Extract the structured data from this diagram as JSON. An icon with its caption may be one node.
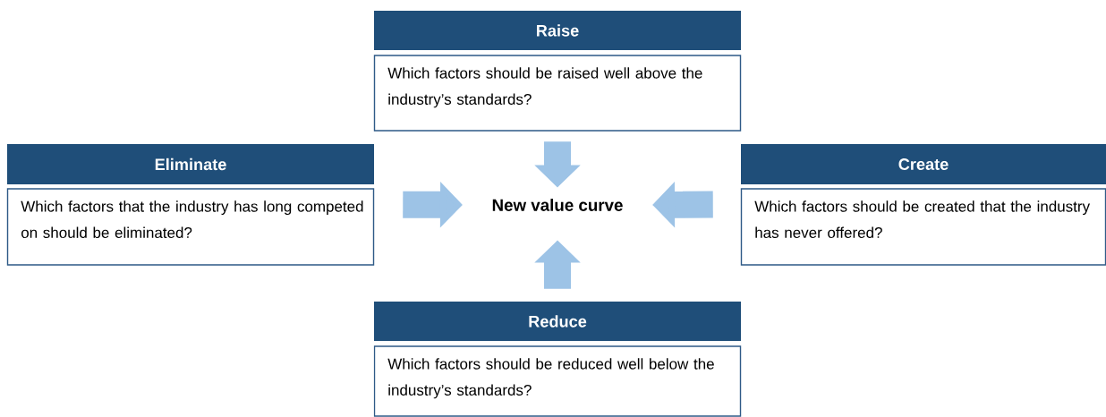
{
  "diagram": {
    "nodes": [
      {
        "text": [
          "Raise",
          "Which factors should be raised well above the industry’s standards?"
        ]
      },
      {
        "text": [
          "Eliminate",
          "Which factors that the industry has long competed on should be eliminated?"
        ]
      },
      {
        "text": [
          "New value curve"
        ]
      },
      {
        "text": [
          "Create",
          "Which factors should be created that the industry has never offered?"
        ]
      },
      {
        "text": [
          "Reduce",
          "Which factors should be reduced well below the industry’s standards?"
        ]
      }
    ],
    "edges": [
      {
        "from": 0,
        "to": 2,
        "arrow": "to"
      },
      {
        "from": 1,
        "to": 2,
        "arrow": "to"
      },
      {
        "from": 3,
        "to": 2,
        "arrow": "to"
      },
      {
        "from": 4,
        "to": 2,
        "arrow": "to"
      }
    ]
  }
}
